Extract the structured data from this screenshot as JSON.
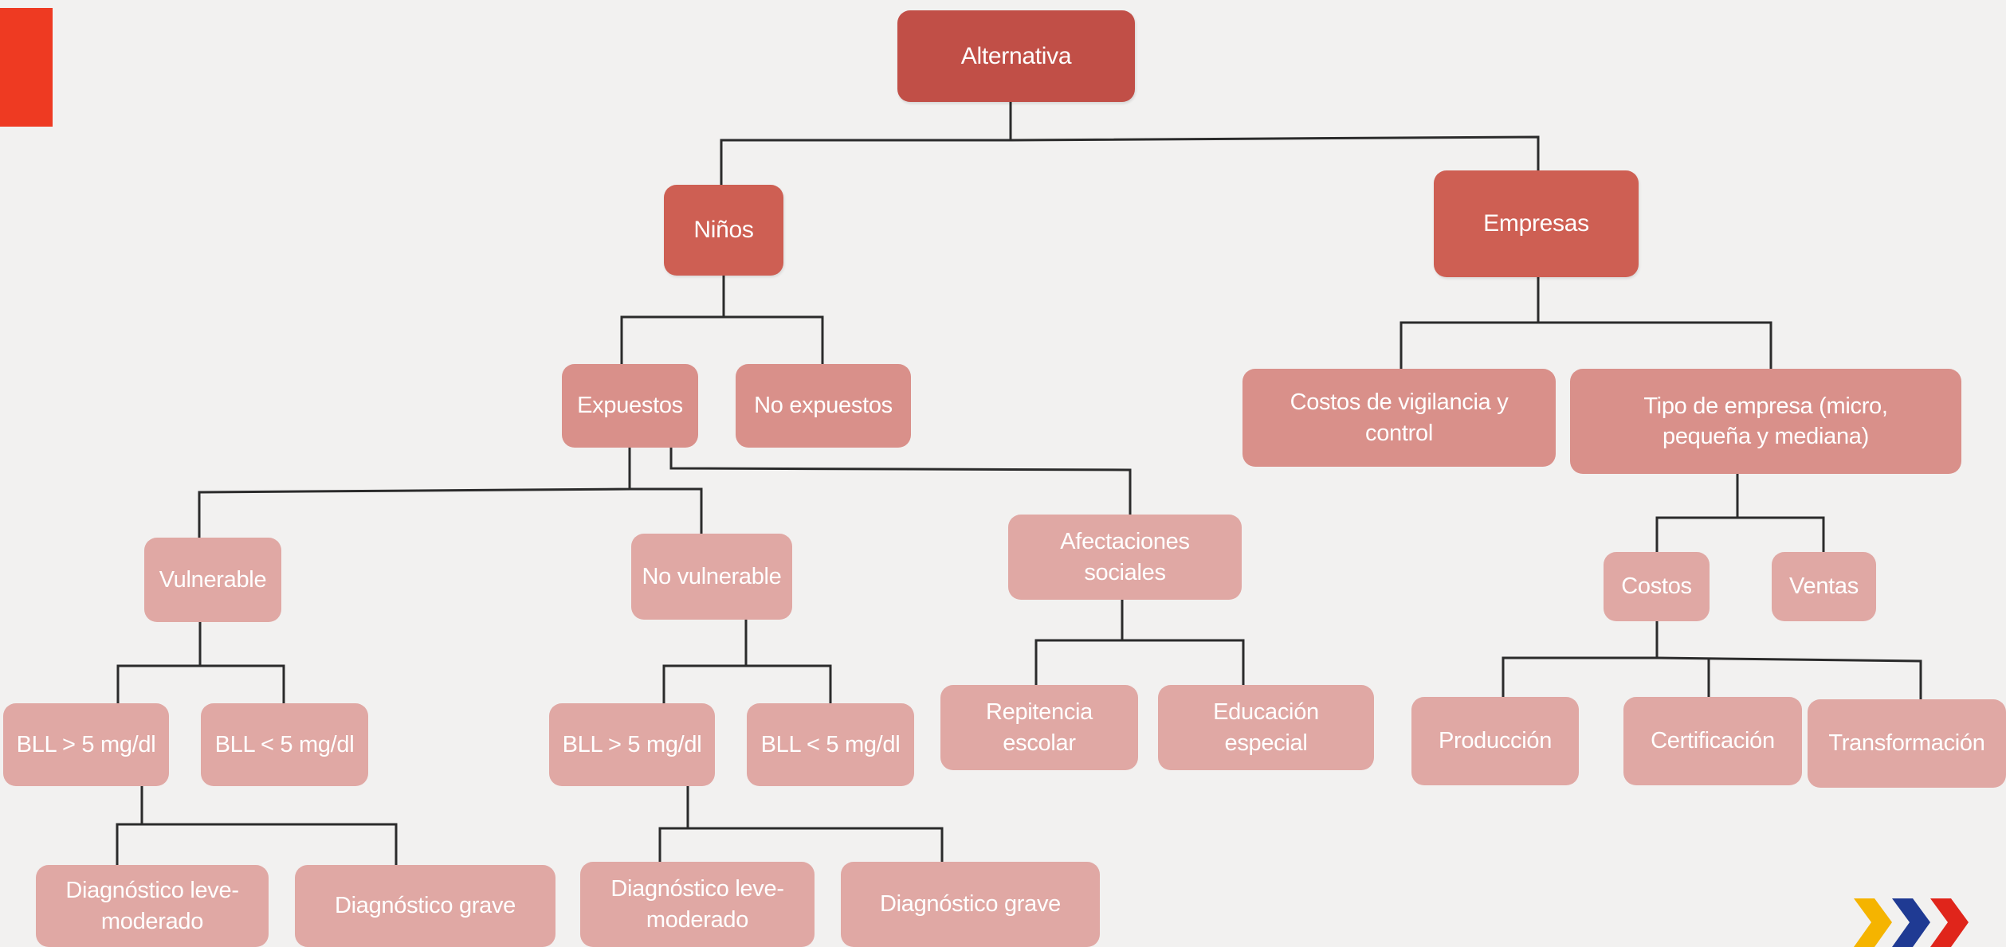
{
  "diagram": {
    "root": "Alternativa",
    "children": {
      "ninos": "Niños",
      "empresas": "Empresas"
    },
    "ninos_branch": {
      "expuestos": "Expuestos",
      "no_expuestos": "No expuestos",
      "vulnerable": "Vulnerable",
      "no_vulnerable": "No vulnerable",
      "afectaciones": "Afectaciones sociales",
      "bll_gt_v": "BLL > 5 mg/dl",
      "bll_lt_v": "BLL < 5 mg/dl",
      "bll_gt_nv": "BLL > 5 mg/dl",
      "bll_lt_nv": "BLL < 5 mg/dl",
      "repitencia": "Repitencia escolar",
      "educacion": "Educación especial",
      "diag_leve_v": "Diagnóstico leve-moderado",
      "diag_grave_v": "Diagnóstico grave",
      "diag_leve_nv": "Diagnóstico leve-moderado",
      "diag_grave_nv": "Diagnóstico grave"
    },
    "empresas_branch": {
      "costos_vigilancia": "Costos de vigilancia y control",
      "tipo_empresa": "Tipo de empresa (micro, pequeña y mediana)",
      "costos": "Costos",
      "ventas": "Ventas",
      "produccion": "Producción",
      "certificacion": "Certificación",
      "transformacion": "Transformación"
    }
  },
  "colors": {
    "background": "#f2f1f0",
    "level0": "#c14f47",
    "level1": "#ce5f53",
    "level2": "#d9908a",
    "level3": "#e0a8a4",
    "connector": "#2b2b2b",
    "accent_bar": "#ee3a22",
    "logo_colors": [
      "#f5b400",
      "#1f3a93",
      "#e0251b"
    ]
  }
}
